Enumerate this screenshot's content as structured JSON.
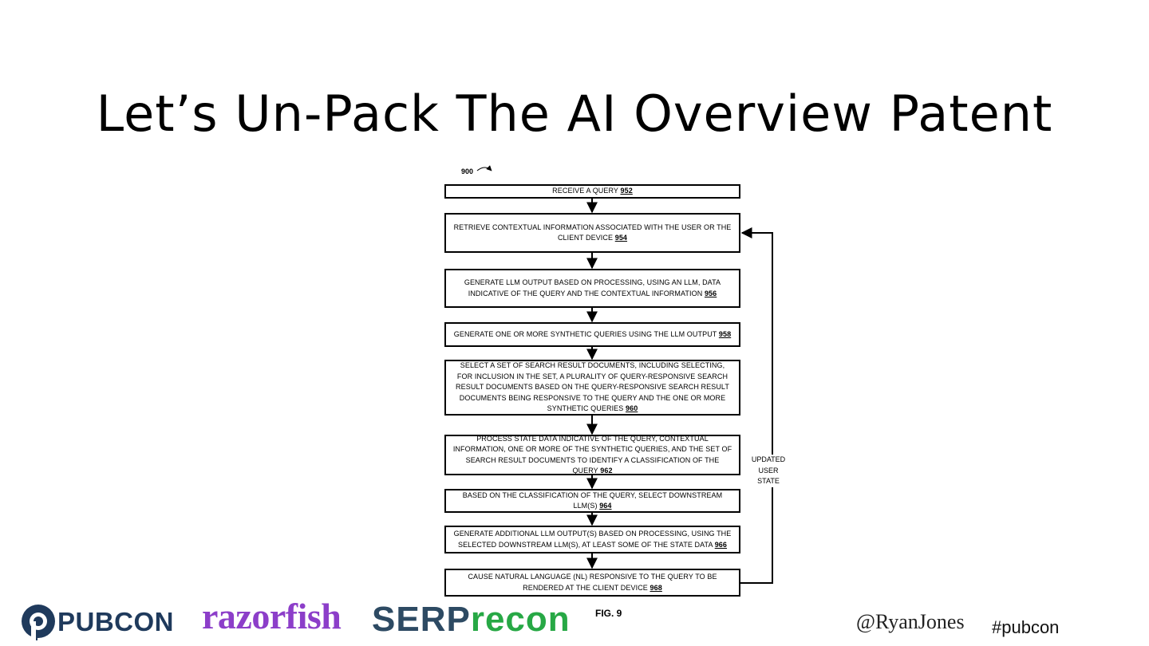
{
  "slide": {
    "title": "Let’s Un-Pack The AI Overview Patent"
  },
  "diagram": {
    "figure_number": "900",
    "figure_caption": "FIG. 9",
    "loop_label_lines": [
      "UPDATED",
      "USER",
      "STATE"
    ],
    "steps": [
      {
        "text": "RECEIVE A QUERY",
        "ref": "952"
      },
      {
        "text": "RETRIEVE CONTEXTUAL INFORMATION ASSOCIATED WITH THE USER OR THE CLIENT DEVICE",
        "ref": "954"
      },
      {
        "text": "GENERATE LLM OUTPUT BASED ON PROCESSING, USING AN LLM, DATA INDICATIVE OF THE QUERY AND THE CONTEXTUAL INFORMATION",
        "ref": "956"
      },
      {
        "text": "GENERATE ONE OR MORE SYNTHETIC QUERIES USING THE LLM OUTPUT",
        "ref": "958"
      },
      {
        "text": "SELECT A SET OF SEARCH RESULT DOCUMENTS, INCLUDING SELECTING, FOR INCLUSION IN THE SET, A PLURALITY OF QUERY-RESPONSIVE SEARCH RESULT DOCUMENTS BASED ON THE QUERY-RESPONSIVE SEARCH RESULT DOCUMENTS BEING RESPONSIVE TO THE QUERY AND THE ONE OR MORE SYNTHETIC QUERIES",
        "ref": "960"
      },
      {
        "text": "PROCESS STATE DATA INDICATIVE OF THE QUERY, CONTEXTUAL INFORMATION, ONE OR MORE OF THE SYNTHETIC QUERIES, AND THE SET OF SEARCH RESULT DOCUMENTS TO IDENTIFY A CLASSIFICATION OF THE QUERY",
        "ref": "962"
      },
      {
        "text": "BASED ON THE CLASSIFICATION OF THE QUERY, SELECT DOWNSTREAM LLM(S)",
        "ref": "964"
      },
      {
        "text": "GENERATE ADDITIONAL LLM OUTPUT(S) BASED ON PROCESSING, USING THE SELECTED DOWNSTREAM LLM(S), AT LEAST SOME OF THE STATE DATA",
        "ref": "966"
      },
      {
        "text": "CAUSE NATURAL LANGUAGE (NL) RESPONSIVE TO THE QUERY TO BE RENDERED AT THE CLIENT DEVICE",
        "ref": "968"
      }
    ]
  },
  "footer": {
    "logo_pubcon": "PUBCON",
    "logo_razorfish": "razorfish",
    "logo_serp_a": "SERP",
    "logo_serp_b": "recon",
    "handle": "@RyanJones",
    "hashtag": "#pubcon"
  }
}
